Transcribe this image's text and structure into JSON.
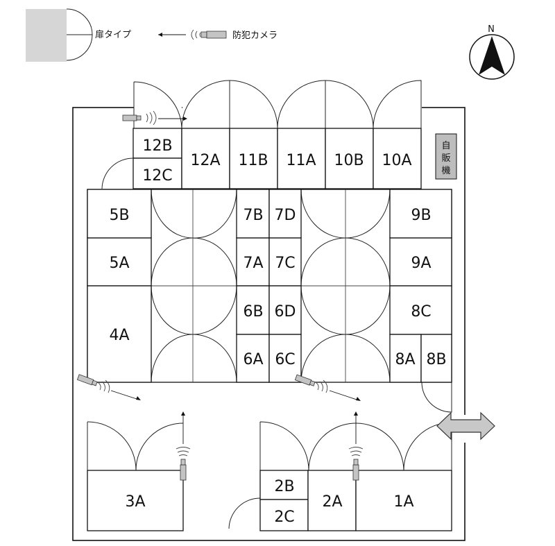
{
  "legend": {
    "door_label": "扉タイプ",
    "camera_label": "防犯カメラ"
  },
  "compass": {
    "north_label": "N"
  },
  "vending": {
    "label_lines": [
      "自",
      "販",
      "機"
    ],
    "color": "#bdbdbd"
  },
  "colors": {
    "door_swatch": "#d6d6d6",
    "camera_body": "#c4c4c4",
    "exit_arrow": "#c8c8c8",
    "line": "#111111"
  },
  "units": {
    "u12B": "12B",
    "u12C": "12C",
    "u12A": "12A",
    "u11B": "11B",
    "u11A": "11A",
    "u10B": "10B",
    "u10A": "10A",
    "u5B": "5B",
    "u5A": "5A",
    "u4A": "4A",
    "u7B": "7B",
    "u7D": "7D",
    "u7A": "7A",
    "u7C": "7C",
    "u6B": "6B",
    "u6D": "6D",
    "u6A": "6A",
    "u6C": "6C",
    "u9B": "9B",
    "u9A": "9A",
    "u8C": "8C",
    "u8A": "8A",
    "u8B": "8B",
    "u3A": "3A",
    "u2B": "2B",
    "u2C": "2C",
    "u2A": "2A",
    "u1A": "1A"
  }
}
